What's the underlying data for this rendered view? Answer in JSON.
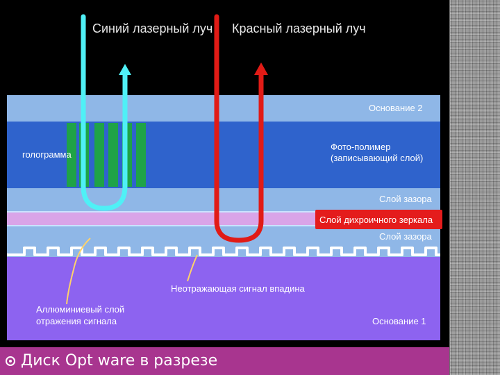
{
  "labels": {
    "blue_beam": "Синий лазерный луч",
    "red_beam": "Красный лазерный луч",
    "base_2": "Основание 2",
    "hologram": "голограмма",
    "photopolymer_line1": "Фото-полимер",
    "photopolymer_line2": "(записывающий слой)",
    "gap_layer_1": "Слой зазора",
    "dichroic_mirror": "Слой дихроичного зеркала",
    "gap_layer_2": "Слой зазора",
    "non_reflecting_pit": "Неотражающая сигнал впадина",
    "aluminum_line1": "Аллюминиевый слой",
    "aluminum_line2": "отражения сигнала",
    "base_1": "Основание 1"
  },
  "footer": {
    "caption": "Диск Opt ware в разрезе"
  },
  "colors": {
    "background": "#000000",
    "base_2": "#8fb7e7",
    "photopolymer": "#2f63cc",
    "gap": "#8fb7e7",
    "mirror": "#d9a4e8",
    "base_1": "#8d63f0",
    "blue_beam": "#4ff0f6",
    "red_beam": "#e11b16",
    "hologram_stripe": "#1fa347",
    "highlight_box": "#e41c1c",
    "footer_bar": "#a8358f"
  },
  "icons": {
    "bullet": "circle-bullet-icon",
    "blue_arrow": "arrow-up-icon",
    "red_arrow": "arrow-up-icon"
  }
}
